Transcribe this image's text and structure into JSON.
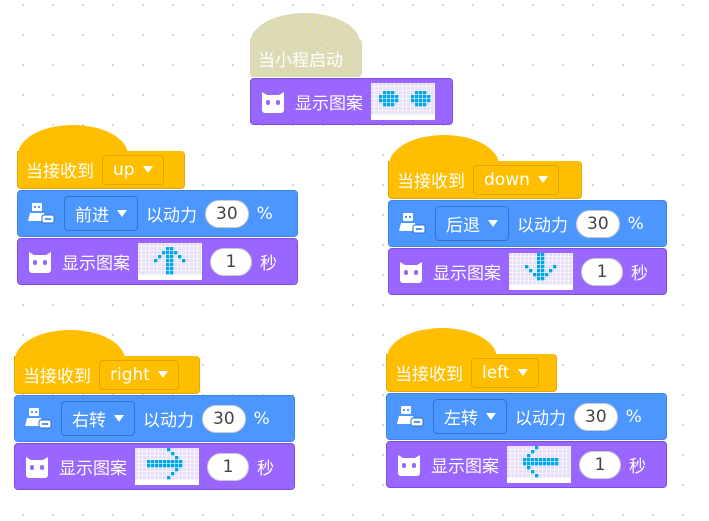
{
  "colors": {
    "event": "#ffbf00",
    "motor": "#4c97ff",
    "display": "#9966ff",
    "led_on": "#00a6e8"
  },
  "start_stack": {
    "hat_label": "当小程启动",
    "display": {
      "label": "显示图案",
      "pattern": "eyes"
    }
  },
  "stacks": [
    {
      "hat_label": "当接收到",
      "message": "up",
      "motor": {
        "direction": "前进",
        "power_label": "以动力",
        "power": "30",
        "unit": "%"
      },
      "display": {
        "label": "显示图案",
        "pattern": "arrow-up",
        "seconds": "1",
        "seconds_unit": "秒"
      }
    },
    {
      "hat_label": "当接收到",
      "message": "down",
      "motor": {
        "direction": "后退",
        "power_label": "以动力",
        "power": "30",
        "unit": "%"
      },
      "display": {
        "label": "显示图案",
        "pattern": "arrow-down",
        "seconds": "1",
        "seconds_unit": "秒"
      }
    },
    {
      "hat_label": "当接收到",
      "message": "right",
      "motor": {
        "direction": "右转",
        "power_label": "以动力",
        "power": "30",
        "unit": "%"
      },
      "display": {
        "label": "显示图案",
        "pattern": "arrow-right",
        "seconds": "1",
        "seconds_unit": "秒"
      }
    },
    {
      "hat_label": "当接收到",
      "message": "left",
      "motor": {
        "direction": "左转",
        "power_label": "以动力",
        "power": "30",
        "unit": "%"
      },
      "display": {
        "label": "显示图案",
        "pattern": "arrow-left",
        "seconds": "1",
        "seconds_unit": "秒"
      }
    }
  ]
}
